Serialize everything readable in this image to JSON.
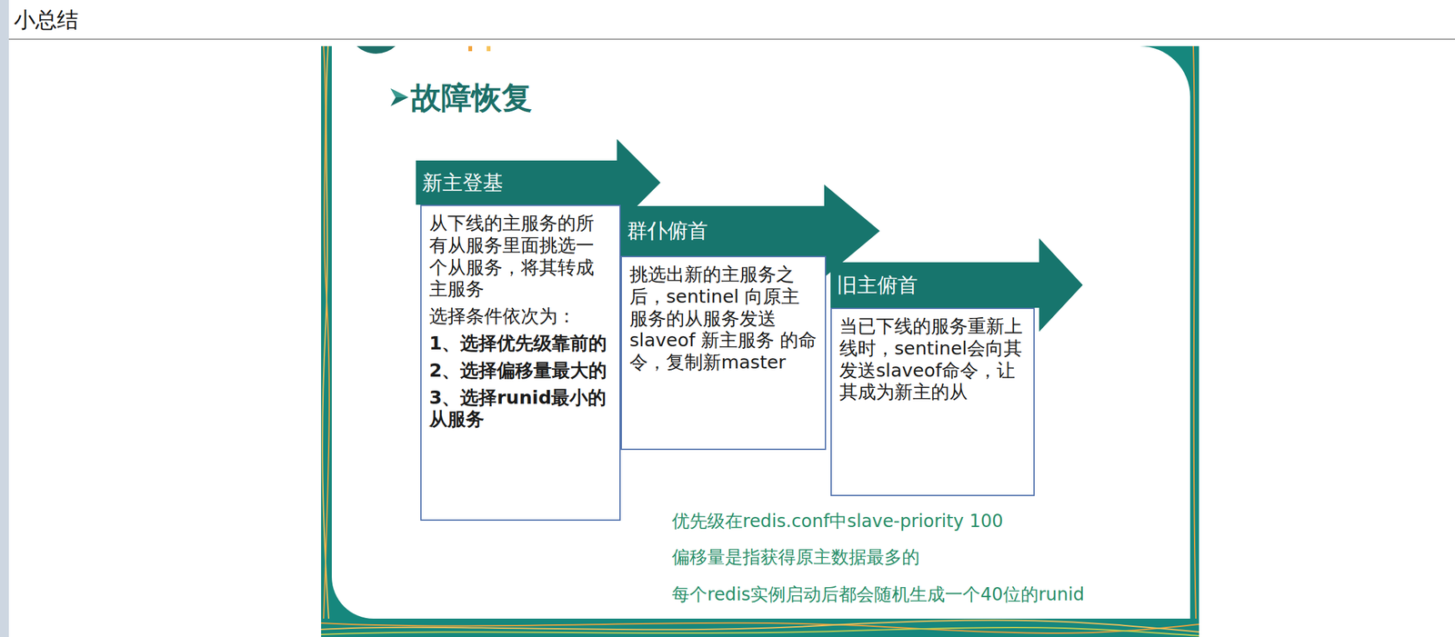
{
  "diagram": {
    "title": "故障恢复",
    "nodes": [
      {
        "text": [
          "新主登基"
        ]
      },
      {
        "text": [
          "从下线的主服务的所有从服务里面挑选一个从服务，将其转成主服务",
          "选择条件依次为：",
          "1、选择优先级靠前的",
          "2、选择偏移量最大的",
          "3、选择runid最小的从服务"
        ]
      },
      {
        "text": [
          "群仆俯首"
        ]
      },
      {
        "text": [
          "挑选出新的主服务之后，sentinel 向原主服务的从服务发送 slaveof 新主服务 的命令，复制新master"
        ]
      },
      {
        "text": [
          "旧主俯首"
        ]
      },
      {
        "text": [
          "当已下线的服务重新上线时，sentinel会向其发送slaveof命令，让其成为新主的从"
        ]
      }
    ],
    "labels": [
      "小总结",
      "优先级在redis.conf中slave-priority 100",
      "偏移量是指获得原主数据最多的",
      "每个redis实例启动后都会随机生成一个40位的runid"
    ]
  }
}
